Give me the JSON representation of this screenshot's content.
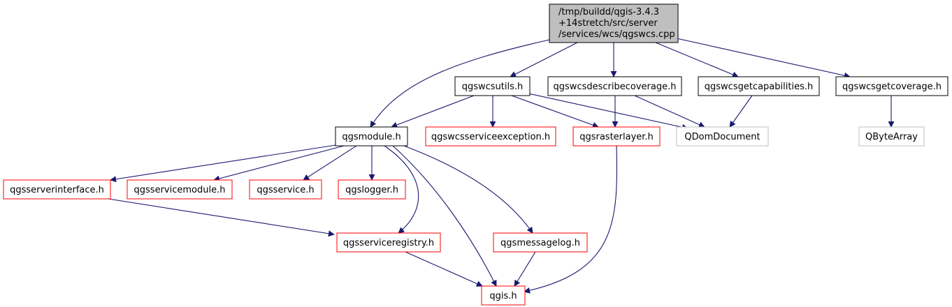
{
  "colors": {
    "edge": "#191970",
    "root_fill": "#bfbfbf",
    "border_default": "#000000",
    "border_red": "#ff0000",
    "border_gray": "#bfbfbf",
    "text": "#000000"
  },
  "nodes": {
    "root": {
      "lines": [
        "/tmp/buildd/qgis-3.4.3",
        "+14stretch/src/server",
        "/services/wcs/qgswcs.cpp"
      ],
      "style": "root"
    },
    "qgswcsutils": {
      "label": "qgswcsutils.h",
      "style": "black"
    },
    "qgswcsdescribecoverage": {
      "label": "qgswcsdescribecoverage.h",
      "style": "black"
    },
    "qgswcsgetcapabilities": {
      "label": "qgswcsgetcapabilities.h",
      "style": "black"
    },
    "qgswcsgetcoverage": {
      "label": "qgswcsgetcoverage.h",
      "style": "black"
    },
    "qgsmodule": {
      "label": "qgsmodule.h",
      "style": "black"
    },
    "qgswcsserviceexception": {
      "label": "qgswcsserviceexception.h",
      "style": "red"
    },
    "qgsrasterlayer": {
      "label": "qgsrasterlayer.h",
      "style": "red"
    },
    "qdomdocument": {
      "label": "QDomDocument",
      "style": "gray"
    },
    "qbytearray": {
      "label": "QByteArray",
      "style": "gray"
    },
    "qgsserverinterface": {
      "label": "qgsserverinterface.h",
      "style": "red"
    },
    "qgsservicemodule": {
      "label": "qgsservicemodule.h",
      "style": "red"
    },
    "qgsservice": {
      "label": "qgsservice.h",
      "style": "red"
    },
    "qgslogger": {
      "label": "qgslogger.h",
      "style": "red"
    },
    "qgsserviceregistry": {
      "label": "qgsserviceregistry.h",
      "style": "red"
    },
    "qgsmessagelog": {
      "label": "qgsmessagelog.h",
      "style": "red"
    },
    "qgis": {
      "label": "qgis.h",
      "style": "red"
    }
  },
  "edges": [
    [
      "root",
      "qgswcsutils"
    ],
    [
      "root",
      "qgswcsdescribecoverage"
    ],
    [
      "root",
      "qgswcsgetcapabilities"
    ],
    [
      "root",
      "qgswcsgetcoverage"
    ],
    [
      "root",
      "qgsmodule"
    ],
    [
      "qgswcsutils",
      "qgsmodule"
    ],
    [
      "qgswcsutils",
      "qgswcsserviceexception"
    ],
    [
      "qgswcsutils",
      "qgsrasterlayer"
    ],
    [
      "qgswcsutils",
      "qdomdocument"
    ],
    [
      "qgswcsdescribecoverage",
      "qgsrasterlayer"
    ],
    [
      "qgswcsdescribecoverage",
      "qdomdocument"
    ],
    [
      "qgswcsgetcapabilities",
      "qdomdocument"
    ],
    [
      "qgswcsgetcoverage",
      "qbytearray"
    ],
    [
      "qgsmodule",
      "qgsserverinterface"
    ],
    [
      "qgsmodule",
      "qgsservicemodule"
    ],
    [
      "qgsmodule",
      "qgsservice"
    ],
    [
      "qgsmodule",
      "qgslogger"
    ],
    [
      "qgsmodule",
      "qgsserviceregistry"
    ],
    [
      "qgsmodule",
      "qgsmessagelog"
    ],
    [
      "qgsmodule",
      "qgis"
    ],
    [
      "qgsserverinterface",
      "qgsserviceregistry"
    ],
    [
      "qgsserviceregistry",
      "qgis"
    ],
    [
      "qgsmessagelog",
      "qgis"
    ],
    [
      "qgsrasterlayer",
      "qgis"
    ]
  ]
}
